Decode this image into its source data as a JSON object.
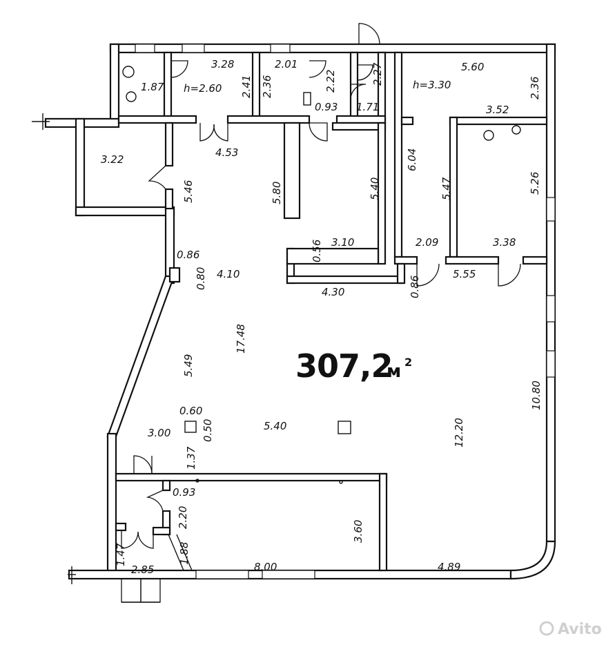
{
  "plan": {
    "total_area_value": "307,2",
    "total_area_unit": "м",
    "total_area_sup": "2",
    "watermark": "Avito"
  },
  "dimensions": [
    {
      "text": "1.87"
    },
    {
      "text": "3.28"
    },
    {
      "text": "h=2.60"
    },
    {
      "text": "2.41"
    },
    {
      "text": "2.01"
    },
    {
      "text": "2.36"
    },
    {
      "text": "2.22"
    },
    {
      "text": "2.27"
    },
    {
      "text": "0.93"
    },
    {
      "text": "1.71"
    },
    {
      "text": "5.60"
    },
    {
      "text": "h=3.30"
    },
    {
      "text": "2.36"
    },
    {
      "text": "3.52"
    },
    {
      "text": "3.22"
    },
    {
      "text": "4.53"
    },
    {
      "text": "5.46"
    },
    {
      "text": "5.80"
    },
    {
      "text": "5.40"
    },
    {
      "text": "6.04"
    },
    {
      "text": "5.47"
    },
    {
      "text": "5.26"
    },
    {
      "text": "0.56"
    },
    {
      "text": "3.10"
    },
    {
      "text": "2.09"
    },
    {
      "text": "3.38"
    },
    {
      "text": "0.86"
    },
    {
      "text": "0.80"
    },
    {
      "text": "4.10"
    },
    {
      "text": "4.30"
    },
    {
      "text": "0.86"
    },
    {
      "text": "5.55"
    },
    {
      "text": "17.48"
    },
    {
      "text": "5.49"
    },
    {
      "text": "10.80"
    },
    {
      "text": "0.60"
    },
    {
      "text": "3.00"
    },
    {
      "text": "0.50"
    },
    {
      "text": "5.40"
    },
    {
      "text": "12.20"
    },
    {
      "text": "1.37"
    },
    {
      "text": "0.93"
    },
    {
      "text": "2.20"
    },
    {
      "text": "3.60"
    },
    {
      "text": "1.47"
    },
    {
      "text": "2.85"
    },
    {
      "text": "1.88"
    },
    {
      "text": "8.00"
    },
    {
      "text": "4.89"
    }
  ]
}
